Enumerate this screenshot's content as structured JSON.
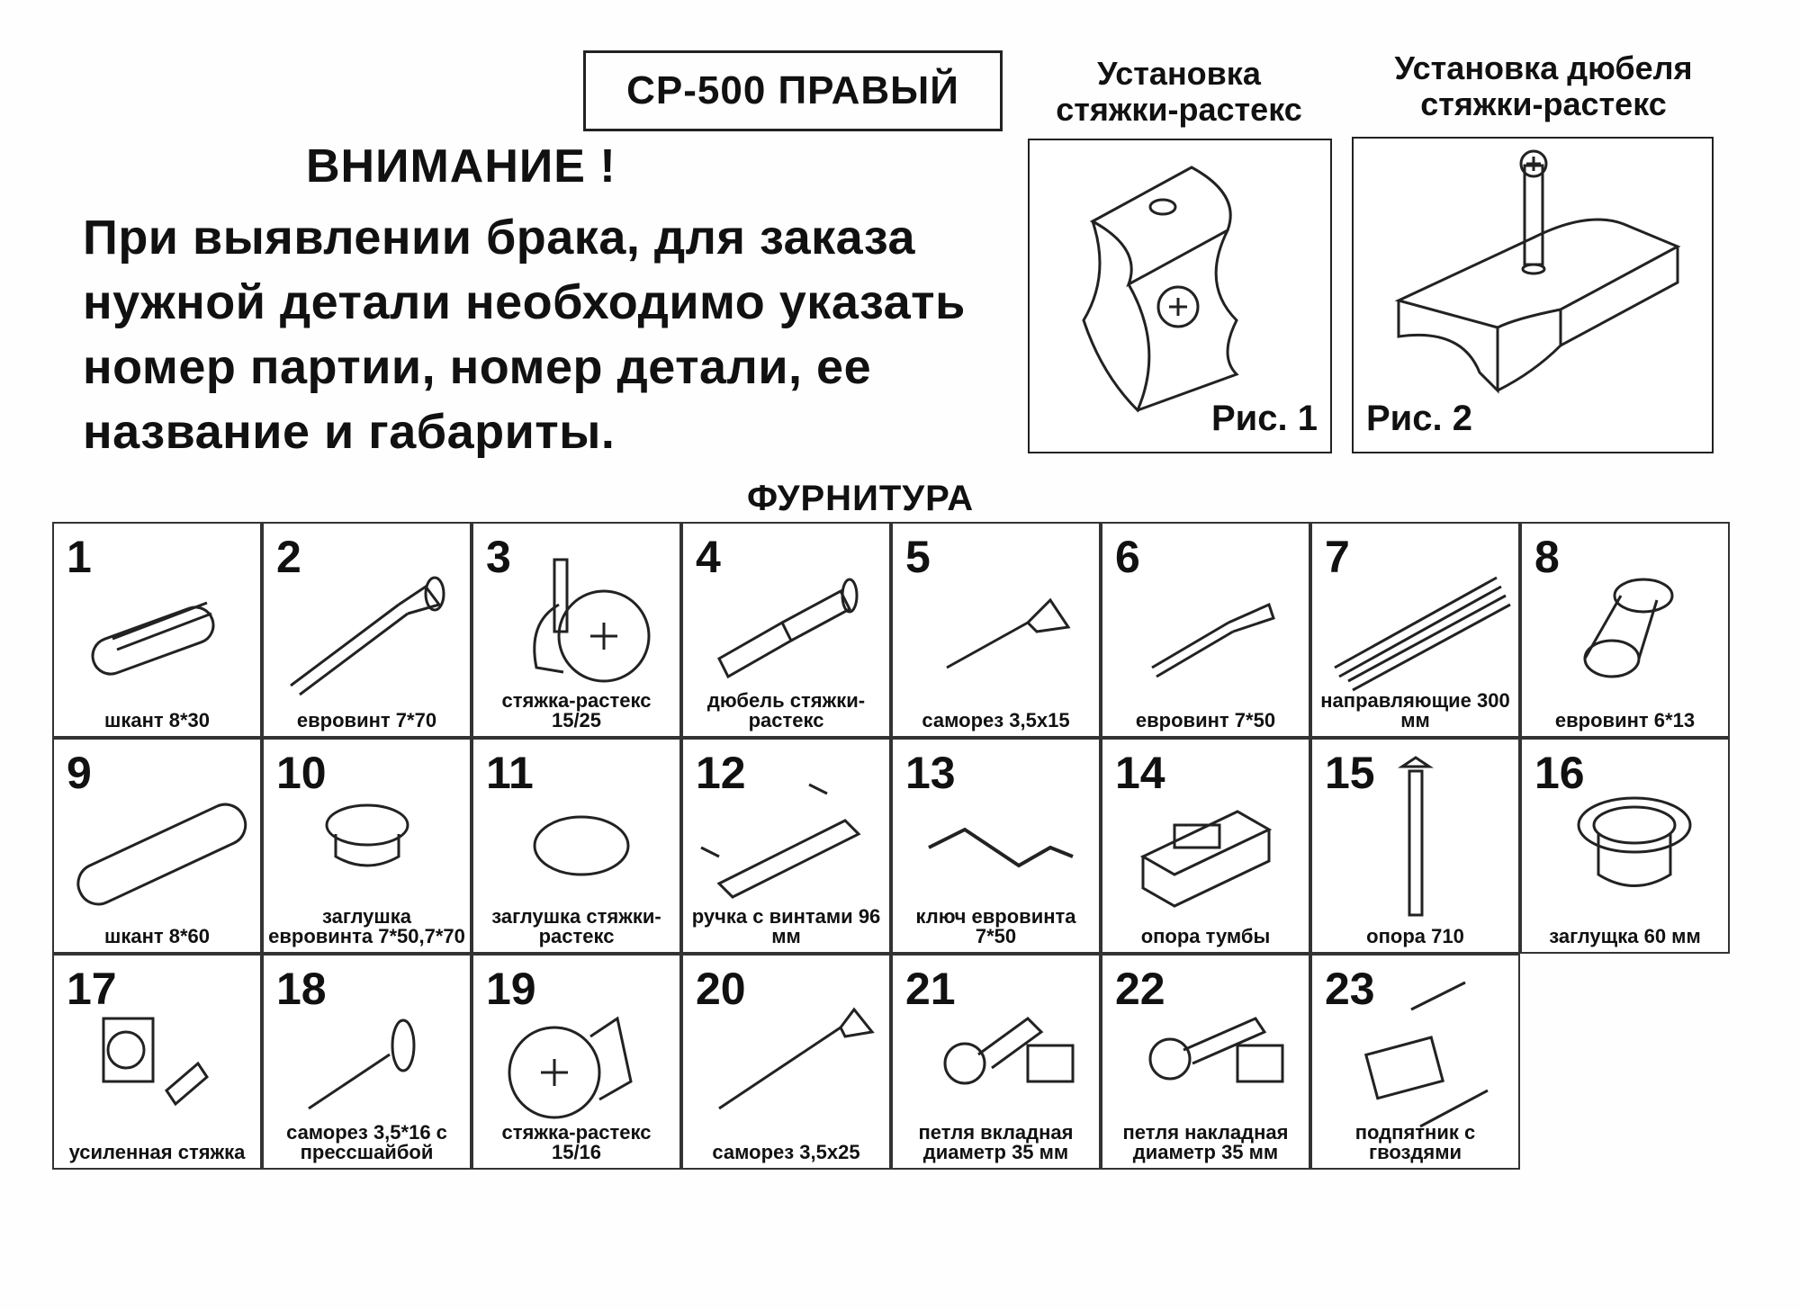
{
  "header": {
    "model": "СР-500 ПРАВЫЙ",
    "attention_title": "ВНИМАНИЕ !",
    "attention_text": "При выявлении брака, для заказа нужной детали необходимо указать номер партии, номер детали, ее название и габариты."
  },
  "figures": [
    {
      "caption": "Установка стяжки-растекс",
      "label": "Рис. 1"
    },
    {
      "caption": "Установка дюбеля стяжки-растекс",
      "label": "Рис. 2"
    }
  ],
  "section_title": "ФУРНИТУРА",
  "items": [
    {
      "num": "1",
      "label": "шкант 8*30"
    },
    {
      "num": "2",
      "label": "евровинт 7*70"
    },
    {
      "num": "3",
      "label": "стяжка-растекс 15/25"
    },
    {
      "num": "4",
      "label": "дюбель стяжки-растекс"
    },
    {
      "num": "5",
      "label": "саморез 3,5х15"
    },
    {
      "num": "6",
      "label": "евровинт 7*50"
    },
    {
      "num": "7",
      "label": "направляющие 300 мм"
    },
    {
      "num": "8",
      "label": "евровинт 6*13"
    },
    {
      "num": "9",
      "label": "шкант 8*60"
    },
    {
      "num": "10",
      "label": "заглушка евровинта 7*50,7*70"
    },
    {
      "num": "11",
      "label": "заглушка стяжки-растекс"
    },
    {
      "num": "12",
      "label": "ручка с винтами 96 мм"
    },
    {
      "num": "13",
      "label": "ключ евровинта 7*50"
    },
    {
      "num": "14",
      "label": "опора тумбы"
    },
    {
      "num": "15",
      "label": "опора 710"
    },
    {
      "num": "16",
      "label": "заглущка 60 мм"
    },
    {
      "num": "17",
      "label": "усиленная стяжка"
    },
    {
      "num": "18",
      "label": "саморез 3,5*16 с прессшайбой"
    },
    {
      "num": "19",
      "label": "стяжка-растекс 15/16"
    },
    {
      "num": "20",
      "label": "саморез 3,5х25"
    },
    {
      "num": "21",
      "label": "петля вкладная диаметр 35 мм"
    },
    {
      "num": "22",
      "label": "петля накладная диаметр 35 мм"
    },
    {
      "num": "23",
      "label": "подпятник с гвоздями"
    }
  ]
}
